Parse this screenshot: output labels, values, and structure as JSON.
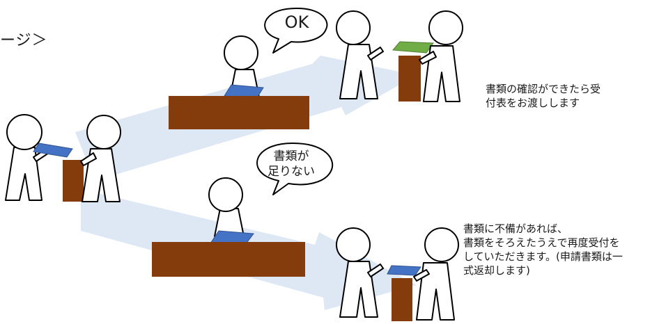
{
  "header": {
    "text": "ージ＞"
  },
  "bubbles": {
    "ok": {
      "text": "OK"
    },
    "missing": {
      "line1": "書類が",
      "line2": "足りない"
    }
  },
  "captions": {
    "accepted": "書類の確認ができたら受\n付表をお渡しします",
    "rejected": "書類に不備があれば、\n書類をそろえたうえで再度受付を\nしていただきます。(申請書類は一\n式返却します)"
  },
  "colors": {
    "desk": "#843c0c",
    "document_blue": "#4472c4",
    "document_green": "#70ad47",
    "arrow": "#dde8f4"
  }
}
